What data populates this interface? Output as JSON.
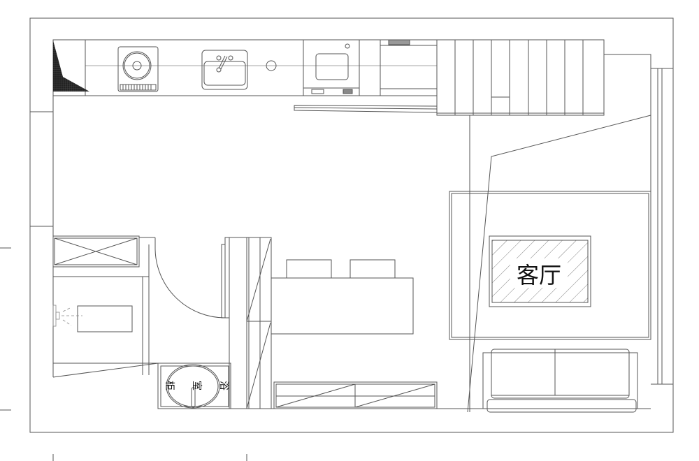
{
  "rooms": {
    "living_room_label": "客厅",
    "bath_cabinet_chars": [
      "浴",
      "室",
      "柜"
    ]
  },
  "colors": {
    "line": "#555555",
    "fill_dark": "#333333",
    "background": "#ffffff"
  }
}
